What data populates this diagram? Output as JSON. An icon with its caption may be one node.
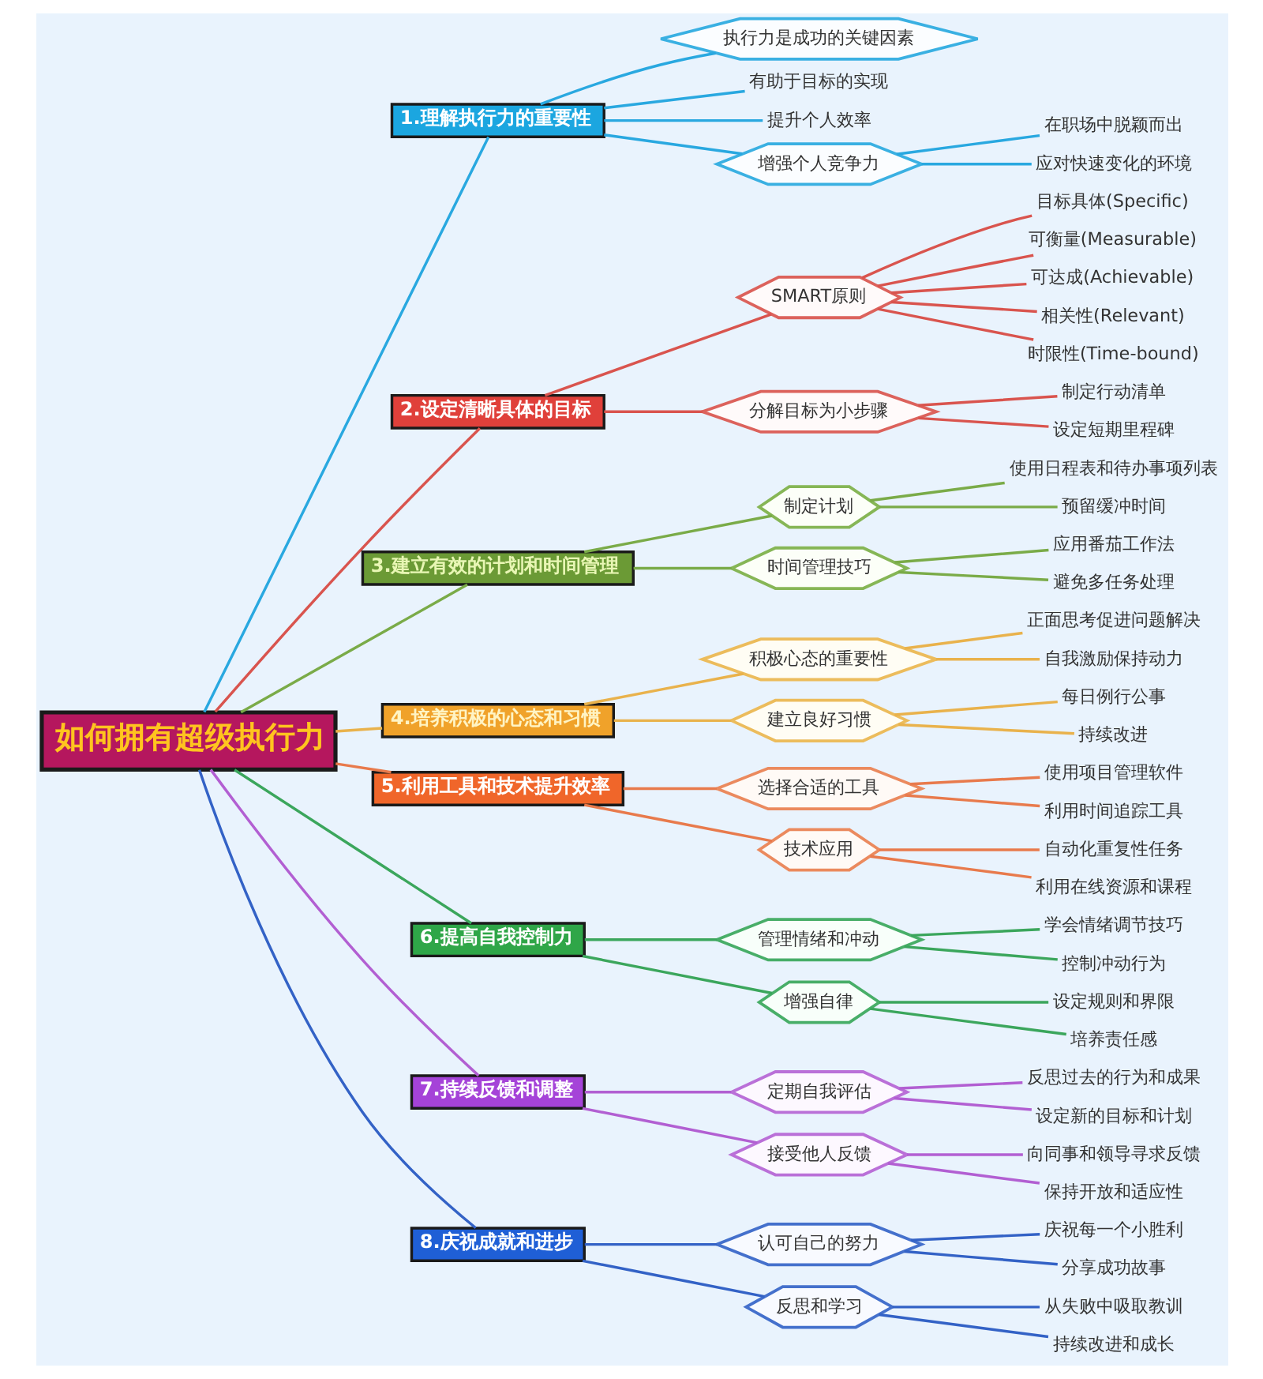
{
  "diagram": {
    "nodes": [
      {
        "text": [
          "如何拥有超级执行力"
        ]
      },
      {
        "text": [
          "1.理解执行力的重要性"
        ]
      },
      {
        "text": [
          "执行力是成功的关键因素"
        ]
      },
      {
        "text": [
          "有助于目标的实现"
        ]
      },
      {
        "text": [
          "提升个人效率"
        ]
      },
      {
        "text": [
          "增强个人竞争力"
        ]
      },
      {
        "text": [
          "在职场中脱颖而出"
        ]
      },
      {
        "text": [
          "应对快速变化的环境"
        ]
      },
      {
        "text": [
          "2.设定清晰具体的目标"
        ]
      },
      {
        "text": [
          "SMART原则"
        ]
      },
      {
        "text": [
          "目标具体(Specific)"
        ]
      },
      {
        "text": [
          "可衡量(Measurable)"
        ]
      },
      {
        "text": [
          "可达成(Achievable)"
        ]
      },
      {
        "text": [
          "相关性(Relevant)"
        ]
      },
      {
        "text": [
          "时限性(Time-bound)"
        ]
      },
      {
        "text": [
          "分解目标为小步骤"
        ]
      },
      {
        "text": [
          "制定行动清单"
        ]
      },
      {
        "text": [
          "设定短期里程碑"
        ]
      },
      {
        "text": [
          "3.建立有效的计划和时间管理"
        ]
      },
      {
        "text": [
          "制定计划"
        ]
      },
      {
        "text": [
          "使用日程表和待办事项列表"
        ]
      },
      {
        "text": [
          "预留缓冲时间"
        ]
      },
      {
        "text": [
          "时间管理技巧"
        ]
      },
      {
        "text": [
          "应用番茄工作法"
        ]
      },
      {
        "text": [
          "避免多任务处理"
        ]
      },
      {
        "text": [
          "4.培养积极的心态和习惯"
        ]
      },
      {
        "text": [
          "积极心态的重要性"
        ]
      },
      {
        "text": [
          "正面思考促进问题解决"
        ]
      },
      {
        "text": [
          "自我激励保持动力"
        ]
      },
      {
        "text": [
          "建立良好习惯"
        ]
      },
      {
        "text": [
          "每日例行公事"
        ]
      },
      {
        "text": [
          "持续改进"
        ]
      },
      {
        "text": [
          "5.利用工具和技术提升效率"
        ]
      },
      {
        "text": [
          "选择合适的工具"
        ]
      },
      {
        "text": [
          "使用项目管理软件"
        ]
      },
      {
        "text": [
          "利用时间追踪工具"
        ]
      },
      {
        "text": [
          "技术应用"
        ]
      },
      {
        "text": [
          "自动化重复性任务"
        ]
      },
      {
        "text": [
          "利用在线资源和课程"
        ]
      },
      {
        "text": [
          "6.提高自我控制力"
        ]
      },
      {
        "text": [
          "管理情绪和冲动"
        ]
      },
      {
        "text": [
          "学会情绪调节技巧"
        ]
      },
      {
        "text": [
          "控制冲动行为"
        ]
      },
      {
        "text": [
          "增强自律"
        ]
      },
      {
        "text": [
          "设定规则和界限"
        ]
      },
      {
        "text": [
          "培养责任感"
        ]
      },
      {
        "text": [
          "7.持续反馈和调整"
        ]
      },
      {
        "text": [
          "定期自我评估"
        ]
      },
      {
        "text": [
          "反思过去的行为和成果"
        ]
      },
      {
        "text": [
          "设定新的目标和计划"
        ]
      },
      {
        "text": [
          "接受他人反馈"
        ]
      },
      {
        "text": [
          "向同事和领导寻求反馈"
        ]
      },
      {
        "text": [
          "保持开放和适应性"
        ]
      },
      {
        "text": [
          "8.庆祝成就和进步"
        ]
      },
      {
        "text": [
          "认可自己的努力"
        ]
      },
      {
        "text": [
          "庆祝每一个小胜利"
        ]
      },
      {
        "text": [
          "分享成功故事"
        ]
      },
      {
        "text": [
          "反思和学习"
        ]
      },
      {
        "text": [
          "从失败中吸取教训"
        ]
      },
      {
        "text": [
          "持续改进和成长"
        ]
      }
    ],
    "edges": [
      {
        "from": 0,
        "to": 1,
        "arrow": "none",
        "color": "#29a8e0"
      },
      {
        "from": 1,
        "to": 2,
        "arrow": "none",
        "color": "#29a8e0"
      },
      {
        "from": 1,
        "to": 3,
        "arrow": "none",
        "color": "#29a8e0"
      },
      {
        "from": 1,
        "to": 4,
        "arrow": "none",
        "color": "#29a8e0"
      },
      {
        "from": 1,
        "to": 5,
        "arrow": "none",
        "color": "#29a8e0"
      },
      {
        "from": 5,
        "to": 6,
        "arrow": "none",
        "color": "#29a8e0"
      },
      {
        "from": 5,
        "to": 7,
        "arrow": "none",
        "color": "#29a8e0"
      },
      {
        "from": 0,
        "to": 8,
        "arrow": "none",
        "color": "#d9544e"
      },
      {
        "from": 8,
        "to": 9,
        "arrow": "none",
        "color": "#d9544e"
      },
      {
        "from": 9,
        "to": 10,
        "arrow": "none",
        "color": "#d9544e"
      },
      {
        "from": 9,
        "to": 11,
        "arrow": "none",
        "color": "#d9544e"
      },
      {
        "from": 9,
        "to": 12,
        "arrow": "none",
        "color": "#d9544e"
      },
      {
        "from": 9,
        "to": 13,
        "arrow": "none",
        "color": "#d9544e"
      },
      {
        "from": 9,
        "to": 14,
        "arrow": "none",
        "color": "#d9544e"
      },
      {
        "from": 8,
        "to": 15,
        "arrow": "none",
        "color": "#d9544e"
      },
      {
        "from": 15,
        "to": 16,
        "arrow": "none",
        "color": "#d9544e"
      },
      {
        "from": 15,
        "to": 17,
        "arrow": "none",
        "color": "#d9544e"
      },
      {
        "from": 0,
        "to": 18,
        "arrow": "none",
        "color": "#7aab48"
      },
      {
        "from": 18,
        "to": 19,
        "arrow": "none",
        "color": "#7aab48"
      },
      {
        "from": 19,
        "to": 20,
        "arrow": "none",
        "color": "#7aab48"
      },
      {
        "from": 19,
        "to": 21,
        "arrow": "none",
        "color": "#7aab48"
      },
      {
        "from": 18,
        "to": 22,
        "arrow": "none",
        "color": "#7aab48"
      },
      {
        "from": 22,
        "to": 23,
        "arrow": "none",
        "color": "#7aab48"
      },
      {
        "from": 22,
        "to": 24,
        "arrow": "none",
        "color": "#7aab48"
      },
      {
        "from": 0,
        "to": 25,
        "arrow": "none",
        "color": "#e9b24c"
      },
      {
        "from": 25,
        "to": 26,
        "arrow": "none",
        "color": "#e9b24c"
      },
      {
        "from": 26,
        "to": 27,
        "arrow": "none",
        "color": "#e9b24c"
      },
      {
        "from": 26,
        "to": 28,
        "arrow": "none",
        "color": "#e9b24c"
      },
      {
        "from": 25,
        "to": 29,
        "arrow": "none",
        "color": "#e9b24c"
      },
      {
        "from": 29,
        "to": 30,
        "arrow": "none",
        "color": "#e9b24c"
      },
      {
        "from": 29,
        "to": 31,
        "arrow": "none",
        "color": "#e9b24c"
      },
      {
        "from": 0,
        "to": 32,
        "arrow": "none",
        "color": "#e87a4c"
      },
      {
        "from": 32,
        "to": 33,
        "arrow": "none",
        "color": "#e87a4c"
      },
      {
        "from": 33,
        "to": 34,
        "arrow": "none",
        "color": "#e87a4c"
      },
      {
        "from": 33,
        "to": 35,
        "arrow": "none",
        "color": "#e87a4c"
      },
      {
        "from": 32,
        "to": 36,
        "arrow": "none",
        "color": "#e87a4c"
      },
      {
        "from": 36,
        "to": 37,
        "arrow": "none",
        "color": "#e87a4c"
      },
      {
        "from": 36,
        "to": 38,
        "arrow": "none",
        "color": "#e87a4c"
      },
      {
        "from": 0,
        "to": 39,
        "arrow": "none",
        "color": "#3ba65c"
      },
      {
        "from": 39,
        "to": 40,
        "arrow": "none",
        "color": "#3ba65c"
      },
      {
        "from": 40,
        "to": 41,
        "arrow": "none",
        "color": "#3ba65c"
      },
      {
        "from": 40,
        "to": 42,
        "arrow": "none",
        "color": "#3ba65c"
      },
      {
        "from": 39,
        "to": 43,
        "arrow": "none",
        "color": "#3ba65c"
      },
      {
        "from": 43,
        "to": 44,
        "arrow": "none",
        "color": "#3ba65c"
      },
      {
        "from": 43,
        "to": 45,
        "arrow": "none",
        "color": "#3ba65c"
      },
      {
        "from": 0,
        "to": 46,
        "arrow": "none",
        "color": "#b25fd2"
      },
      {
        "from": 46,
        "to": 47,
        "arrow": "none",
        "color": "#b25fd2"
      },
      {
        "from": 47,
        "to": 48,
        "arrow": "none",
        "color": "#b25fd2"
      },
      {
        "from": 47,
        "to": 49,
        "arrow": "none",
        "color": "#b25fd2"
      },
      {
        "from": 46,
        "to": 50,
        "arrow": "none",
        "color": "#b25fd2"
      },
      {
        "from": 50,
        "to": 51,
        "arrow": "none",
        "color": "#b25fd2"
      },
      {
        "from": 50,
        "to": 52,
        "arrow": "none",
        "color": "#b25fd2"
      },
      {
        "from": 0,
        "to": 53,
        "arrow": "none",
        "color": "#3362c6"
      },
      {
        "from": 53,
        "to": 54,
        "arrow": "none",
        "color": "#3362c6"
      },
      {
        "from": 54,
        "to": 55,
        "arrow": "none",
        "color": "#3362c6"
      },
      {
        "from": 54,
        "to": 56,
        "arrow": "none",
        "color": "#3362c6"
      },
      {
        "from": 53,
        "to": 57,
        "arrow": "none",
        "color": "#3362c6"
      },
      {
        "from": 57,
        "to": 58,
        "arrow": "none",
        "color": "#3362c6"
      },
      {
        "from": 57,
        "to": 59,
        "arrow": "none",
        "color": "#3362c6"
      }
    ]
  }
}
